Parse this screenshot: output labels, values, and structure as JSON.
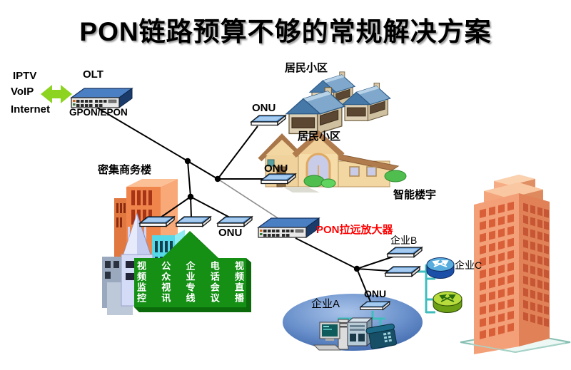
{
  "title": "PON链路预算不够的常规解决方案",
  "uplink_services": {
    "line1": "IPTV",
    "line2": "VoIP",
    "line3": "Internet"
  },
  "olt": {
    "name": "OLT",
    "type": "GPON/EPON"
  },
  "onu_label": "ONU",
  "amplifier_label": "PON拉远放大器",
  "areas": {
    "residential_houses": "居民小区",
    "residential_villa": "居民小区",
    "smart_building": "智能楼宇",
    "dense_commercial": "密集商务楼",
    "enterprise_a": "企业A",
    "enterprise_b": "企业B",
    "enterprise_c": "企业C"
  },
  "arrow_services": [
    "视频监控",
    "公众视讯",
    "企业专线",
    "电话会议",
    "视频直播"
  ],
  "colors": {
    "title_text": "#000000",
    "amplifier_label_text": "#ff0000",
    "fiber_line": "#000000",
    "splitter_branch_line": "#8c8c8c",
    "lan_line": "#3fbdbd",
    "service_arrow_fill": "#159015",
    "uplink_arrow_fill": "#8cd41f"
  }
}
